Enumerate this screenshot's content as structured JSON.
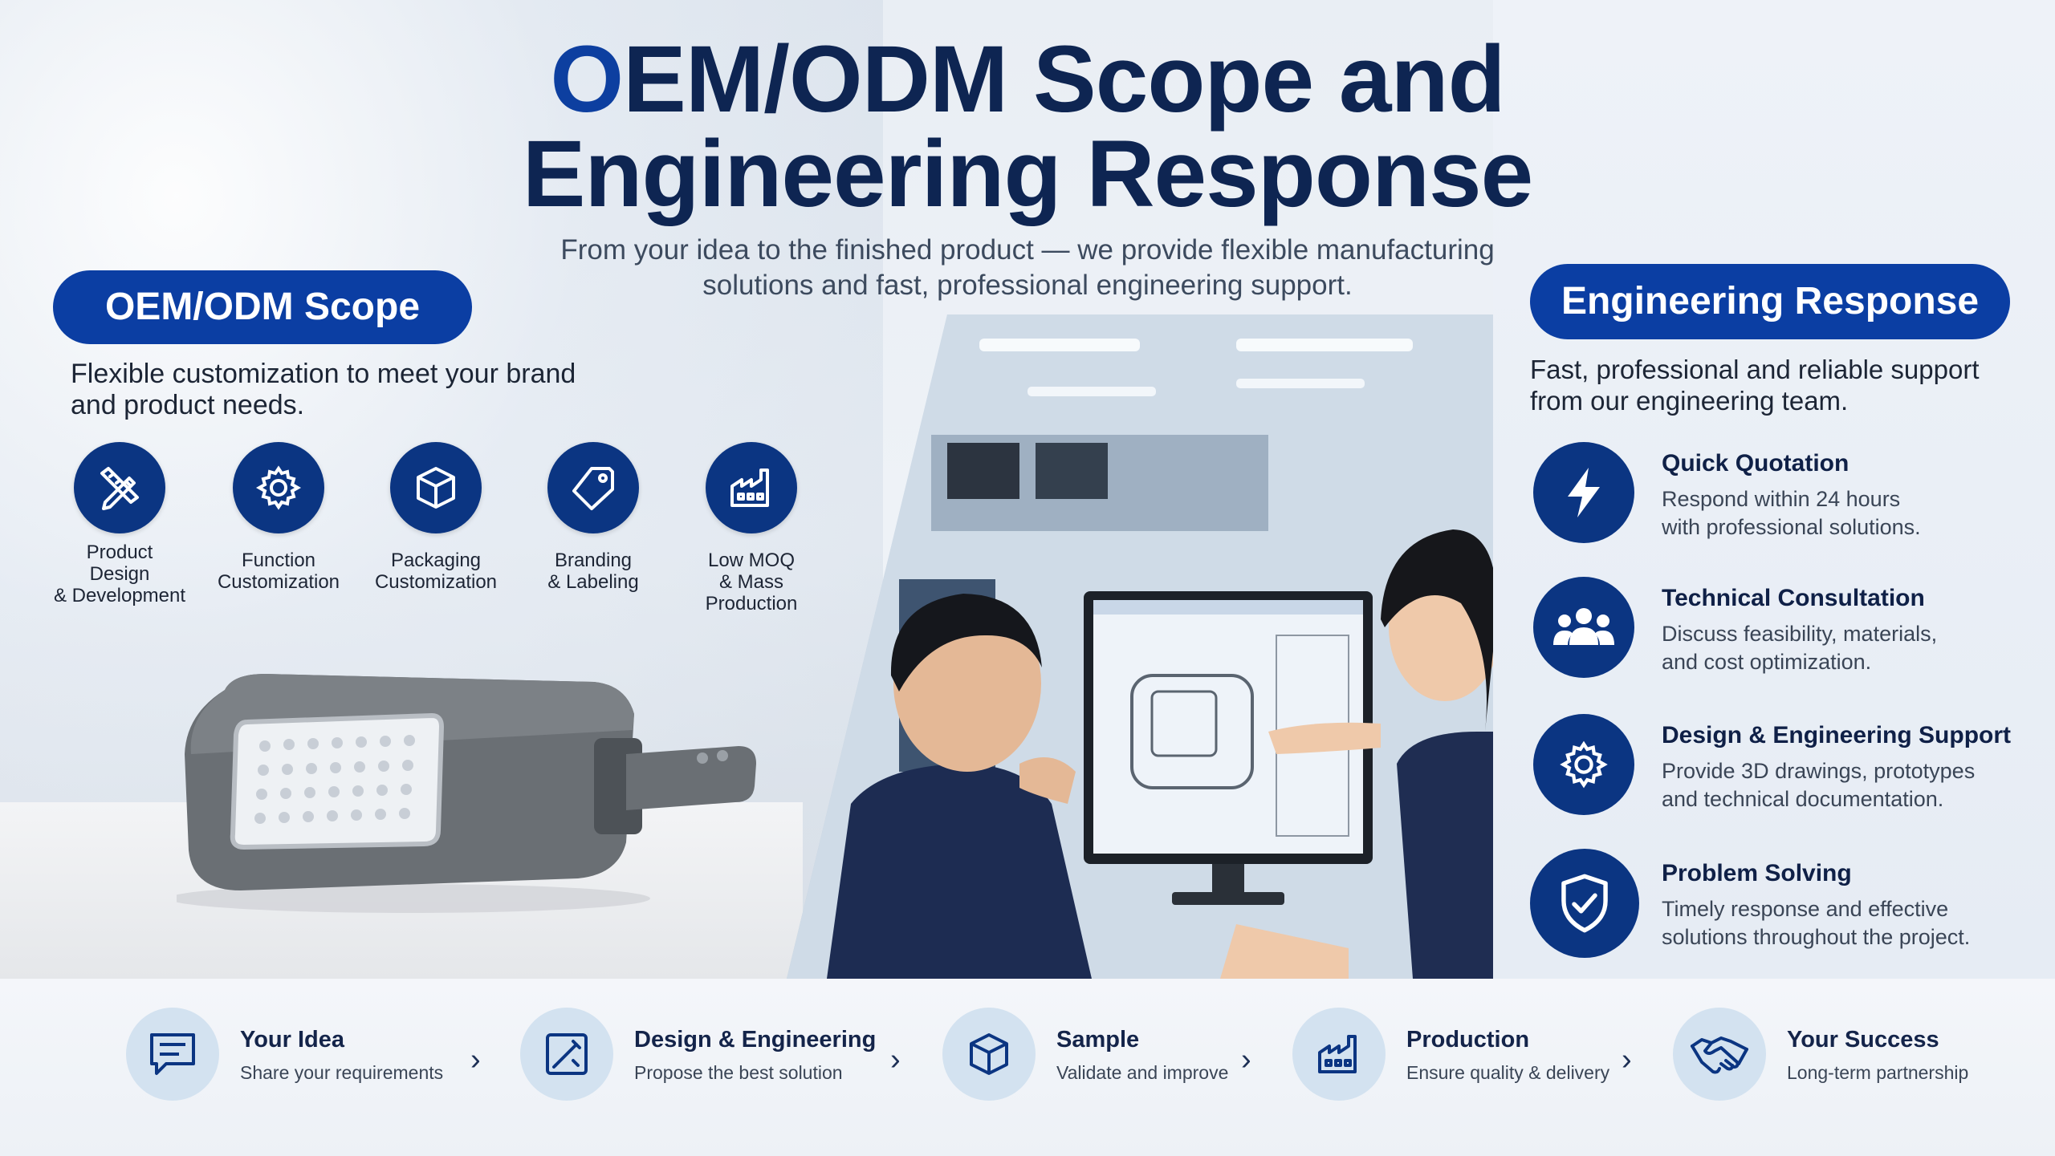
{
  "header": {
    "title_first_letter": "O",
    "title_line1_rest": "EM/ODM Scope and",
    "title_line2": "Engineering Response",
    "subtitle_line1": "From your idea to the finished product — we provide flexible manufacturing",
    "subtitle_line2": "solutions and fast, professional engineering support."
  },
  "scope": {
    "pill": "OEM/ODM Scope",
    "desc_line1": "Flexible customization to meet your brand",
    "desc_line2": "and product needs.",
    "items": [
      {
        "icon": "pencil-ruler-icon",
        "line1": "Product",
        "line2": "Design",
        "line3": "& Development"
      },
      {
        "icon": "gear-icon",
        "line1": "Function",
        "line2": "Customization"
      },
      {
        "icon": "box-icon",
        "line1": "Packaging",
        "line2": "Customization"
      },
      {
        "icon": "tag-icon",
        "line1": "Branding",
        "line2": "& Labeling"
      },
      {
        "icon": "factory-icon",
        "line1": "Low MOQ",
        "line2": "& Mass Production"
      }
    ]
  },
  "engineering": {
    "pill": "Engineering Response",
    "desc_line1": "Fast, professional and reliable support",
    "desc_line2": "from our engineering team.",
    "items": [
      {
        "icon": "lightning-icon",
        "title": "Quick Quotation",
        "line1": "Respond within 24 hours",
        "line2": "with professional solutions."
      },
      {
        "icon": "people-icon",
        "title": "Technical Consultation",
        "line1": "Discuss feasibility, materials,",
        "line2": "and cost optimization."
      },
      {
        "icon": "gear-icon",
        "title": "Design & Engineering Support",
        "line1": "Provide 3D drawings, prototypes",
        "line2": "and technical documentation."
      },
      {
        "icon": "shield-check-icon",
        "title": "Problem Solving",
        "line1": "Timely response and effective",
        "line2": "solutions throughout the project."
      }
    ]
  },
  "process": {
    "steps": [
      {
        "icon": "chat-icon",
        "title": "Your Idea",
        "text": "Share your requirements"
      },
      {
        "icon": "design-icon",
        "title": "Design & Engineering",
        "text": "Propose the best solution"
      },
      {
        "icon": "box-icon",
        "title": "Sample",
        "text": "Validate and improve"
      },
      {
        "icon": "factory-icon",
        "title": "Production",
        "text": "Ensure quality & delivery"
      },
      {
        "icon": "handshake-icon",
        "title": "Your Success",
        "text": "Long-term partnership"
      }
    ],
    "chevron": "›"
  },
  "colors": {
    "brand_blue": "#0b3ea3",
    "icon_navy": "#0b3582",
    "title_navy": "#0e2552",
    "step_circle": "#d3e2f0"
  }
}
